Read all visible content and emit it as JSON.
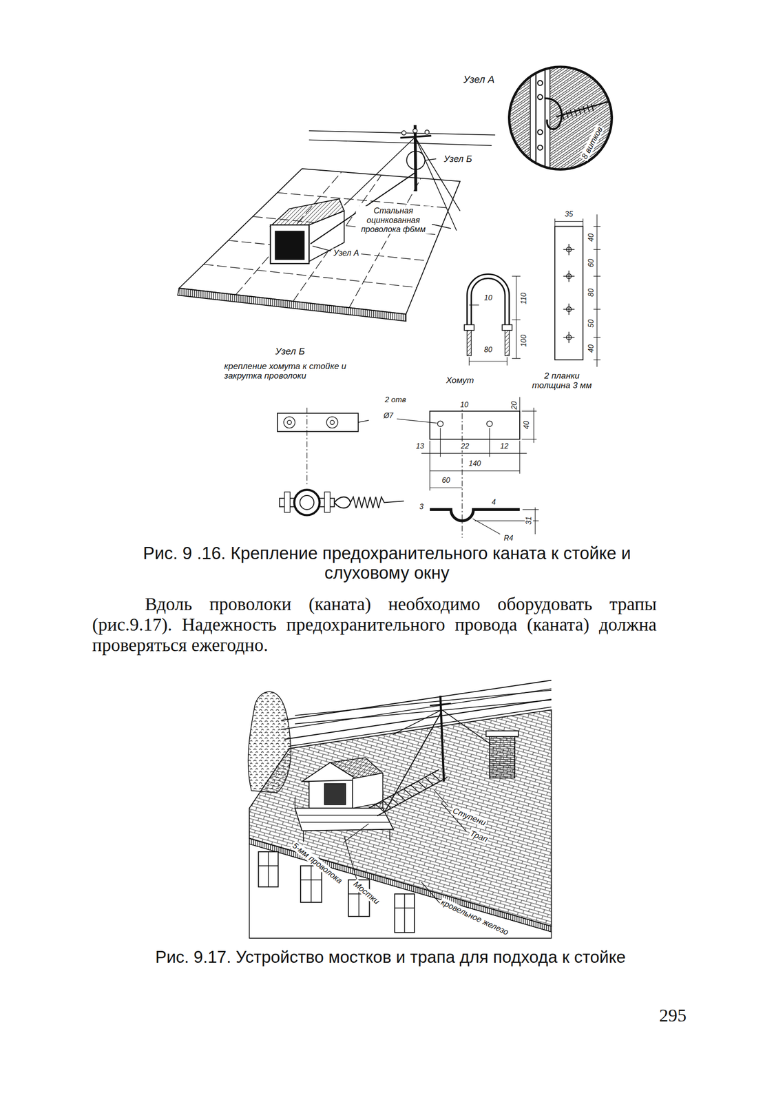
{
  "diagram": {
    "labels": [
      "Узел А",
      "8 витков",
      "Узел Б",
      "Стальная оцинкованная проволока ф6мм",
      "Узел А",
      "35",
      "40",
      "60",
      "80",
      "50",
      "40",
      "10",
      "110",
      "100",
      "80",
      "Узел Б",
      "крепление хомута к стойке и закрутка проволоки",
      "Хомут",
      "2 планки толщина 3 мм",
      "2 отв",
      "Ø7",
      "10",
      "20",
      "40",
      "13",
      "22",
      "12",
      "140",
      "60",
      "3",
      "4",
      "31",
      "R4",
      "Рис. 9 .16. Крепление предохранительного каната к стойке и слуховому окну",
      "Вдоль проволоки (каната) необходимо оборудовать трапы (рис.9.17). Надежность предохранительного провода (каната) должна проверяться ежегодно.",
      "Ступени",
      "Трап",
      "5-мм проволока",
      "Мостки",
      "кровельное железо",
      "Рис. 9.17. Устройство мостков и трапа для подхода к стойке",
      "295"
    ]
  }
}
